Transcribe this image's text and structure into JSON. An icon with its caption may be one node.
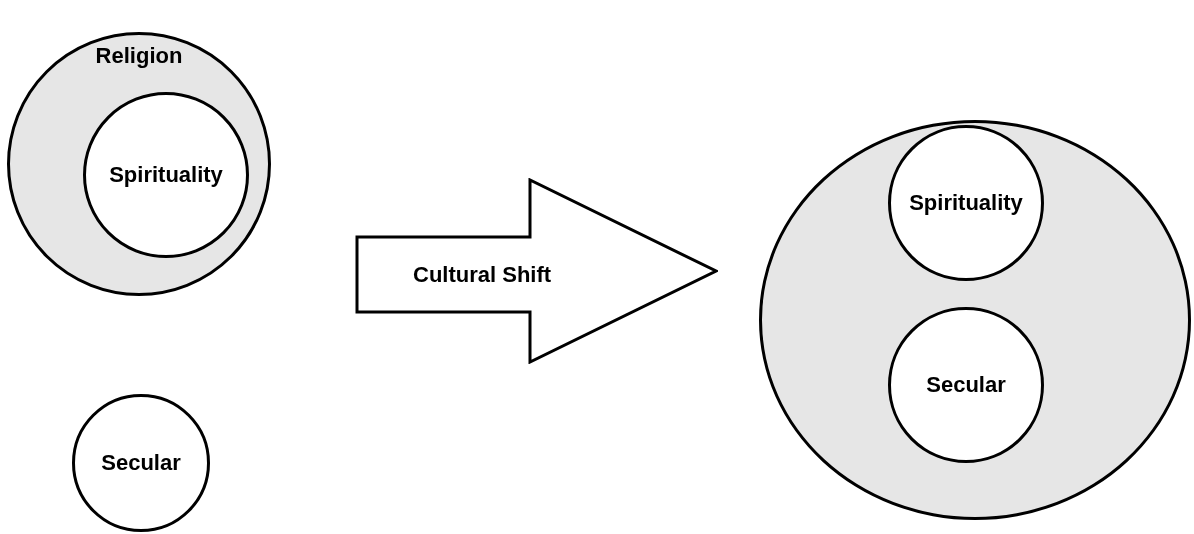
{
  "diagram": {
    "nodes": [
      {
        "text": [
          "Religion"
        ]
      },
      {
        "text": [
          "Spirituality"
        ],
        "in": 0
      },
      {
        "text": [
          "Secular"
        ]
      },
      {
        "text": [
          "Cultural Shift"
        ]
      },
      {
        "text": [],
        "shape": "circle"
      },
      {
        "text": [
          "Spirituality"
        ],
        "in": 4
      },
      {
        "text": [
          "Secular"
        ],
        "in": 4
      }
    ]
  }
}
